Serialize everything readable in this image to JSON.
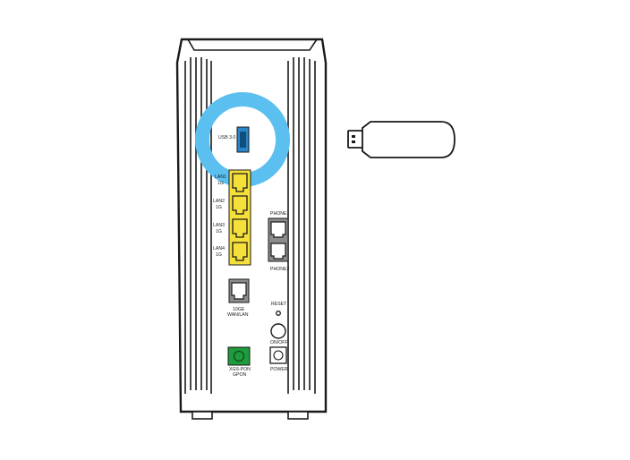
{
  "ports": {
    "usb_label": "USB 3.0",
    "lan1_label": "LAN1",
    "lan1_speed": "1G",
    "lan2_label": "LAN2",
    "lan2_speed": "1G",
    "lan3_label": "LAN3",
    "lan3_speed": "1G",
    "lan4_label": "LAN4",
    "lan4_speed": "1G",
    "phone1_label": "PHONE1",
    "phone2_label": "PHONE2",
    "wan_label_line1": "10GE",
    "wan_label_line2": "WAN/LAN",
    "reset_label": "RESET",
    "onoff_label": "ON/OFF",
    "pon_label_line1": "XGS-PON",
    "pon_label_line2": "GPON",
    "power_label": "POWER"
  },
  "colors": {
    "highlight": "#5bc0f0",
    "usb_port": "#2a86c8",
    "lan_ports": "#f5e03a",
    "pon_port": "#1f9a3c",
    "phone_ports": "#8c8c8c",
    "outline": "#1a1a1a"
  },
  "icons": {
    "highlight": "highlight-ring-icon",
    "dongle": "usb-dongle-icon"
  }
}
